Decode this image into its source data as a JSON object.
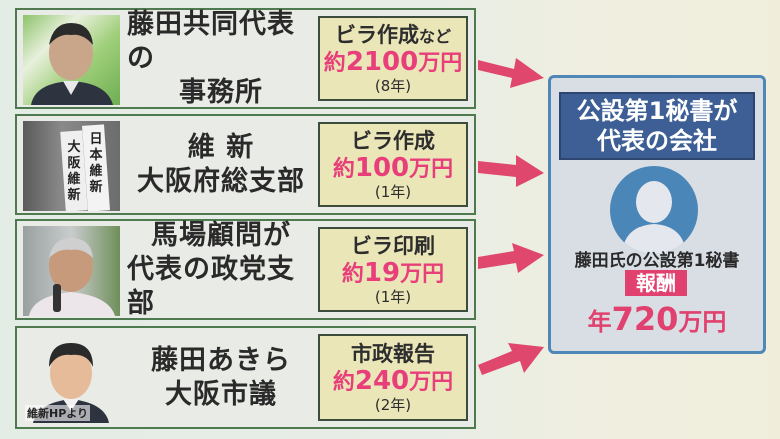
{
  "rows": [
    {
      "label_line1": "藤田共同代表の",
      "label_line2": "事務所",
      "photo": "man-in-suit-press-conference",
      "amount_title": "ビラ作成",
      "amount_title_suffix": "など",
      "amount_prefix": "約",
      "amount_number": "2100",
      "amount_unit": "万円",
      "years": "(8年)"
    },
    {
      "label_line1": "維 新",
      "label_line2": "大阪府総支部",
      "photo": "office-signboards",
      "amount_title": "ビラ作成",
      "amount_title_suffix": "",
      "amount_prefix": "約",
      "amount_number": "100",
      "amount_unit": "万円",
      "years": "(1年)"
    },
    {
      "label_line1": "馬場顧問が",
      "label_line2": "代表の政党支部",
      "photo": "man-with-microphone",
      "amount_title": "ビラ印刷",
      "amount_title_suffix": "",
      "amount_prefix": "約",
      "amount_number": "19",
      "amount_unit": "万円",
      "years": "(1年)"
    },
    {
      "label_line1": "藤田あきら",
      "label_line2": "大阪市議",
      "photo": "portrait-smiling-man",
      "photo_credit": "維新HPより",
      "amount_title": "市政報告",
      "amount_title_suffix": "",
      "amount_prefix": "約",
      "amount_number": "240",
      "amount_unit": "万円",
      "years": "(2年)"
    }
  ],
  "panel": {
    "title_line1": "公設第1秘書が",
    "title_line2": "代表の会社",
    "avatar_icon": "person-silhouette-icon",
    "secretary_label": "藤田氏の公設第1秘書",
    "fee_badge": "報酬",
    "fee_prefix": "年",
    "fee_number": "720",
    "fee_unit": "万円"
  },
  "colors": {
    "accent_pink": "#e83f7b",
    "panel_blue": "#3d5f95",
    "avatar_blue": "#4b86b8",
    "row_border_green": "#4f7a4f",
    "amount_box_bg": "#eae6b8"
  }
}
